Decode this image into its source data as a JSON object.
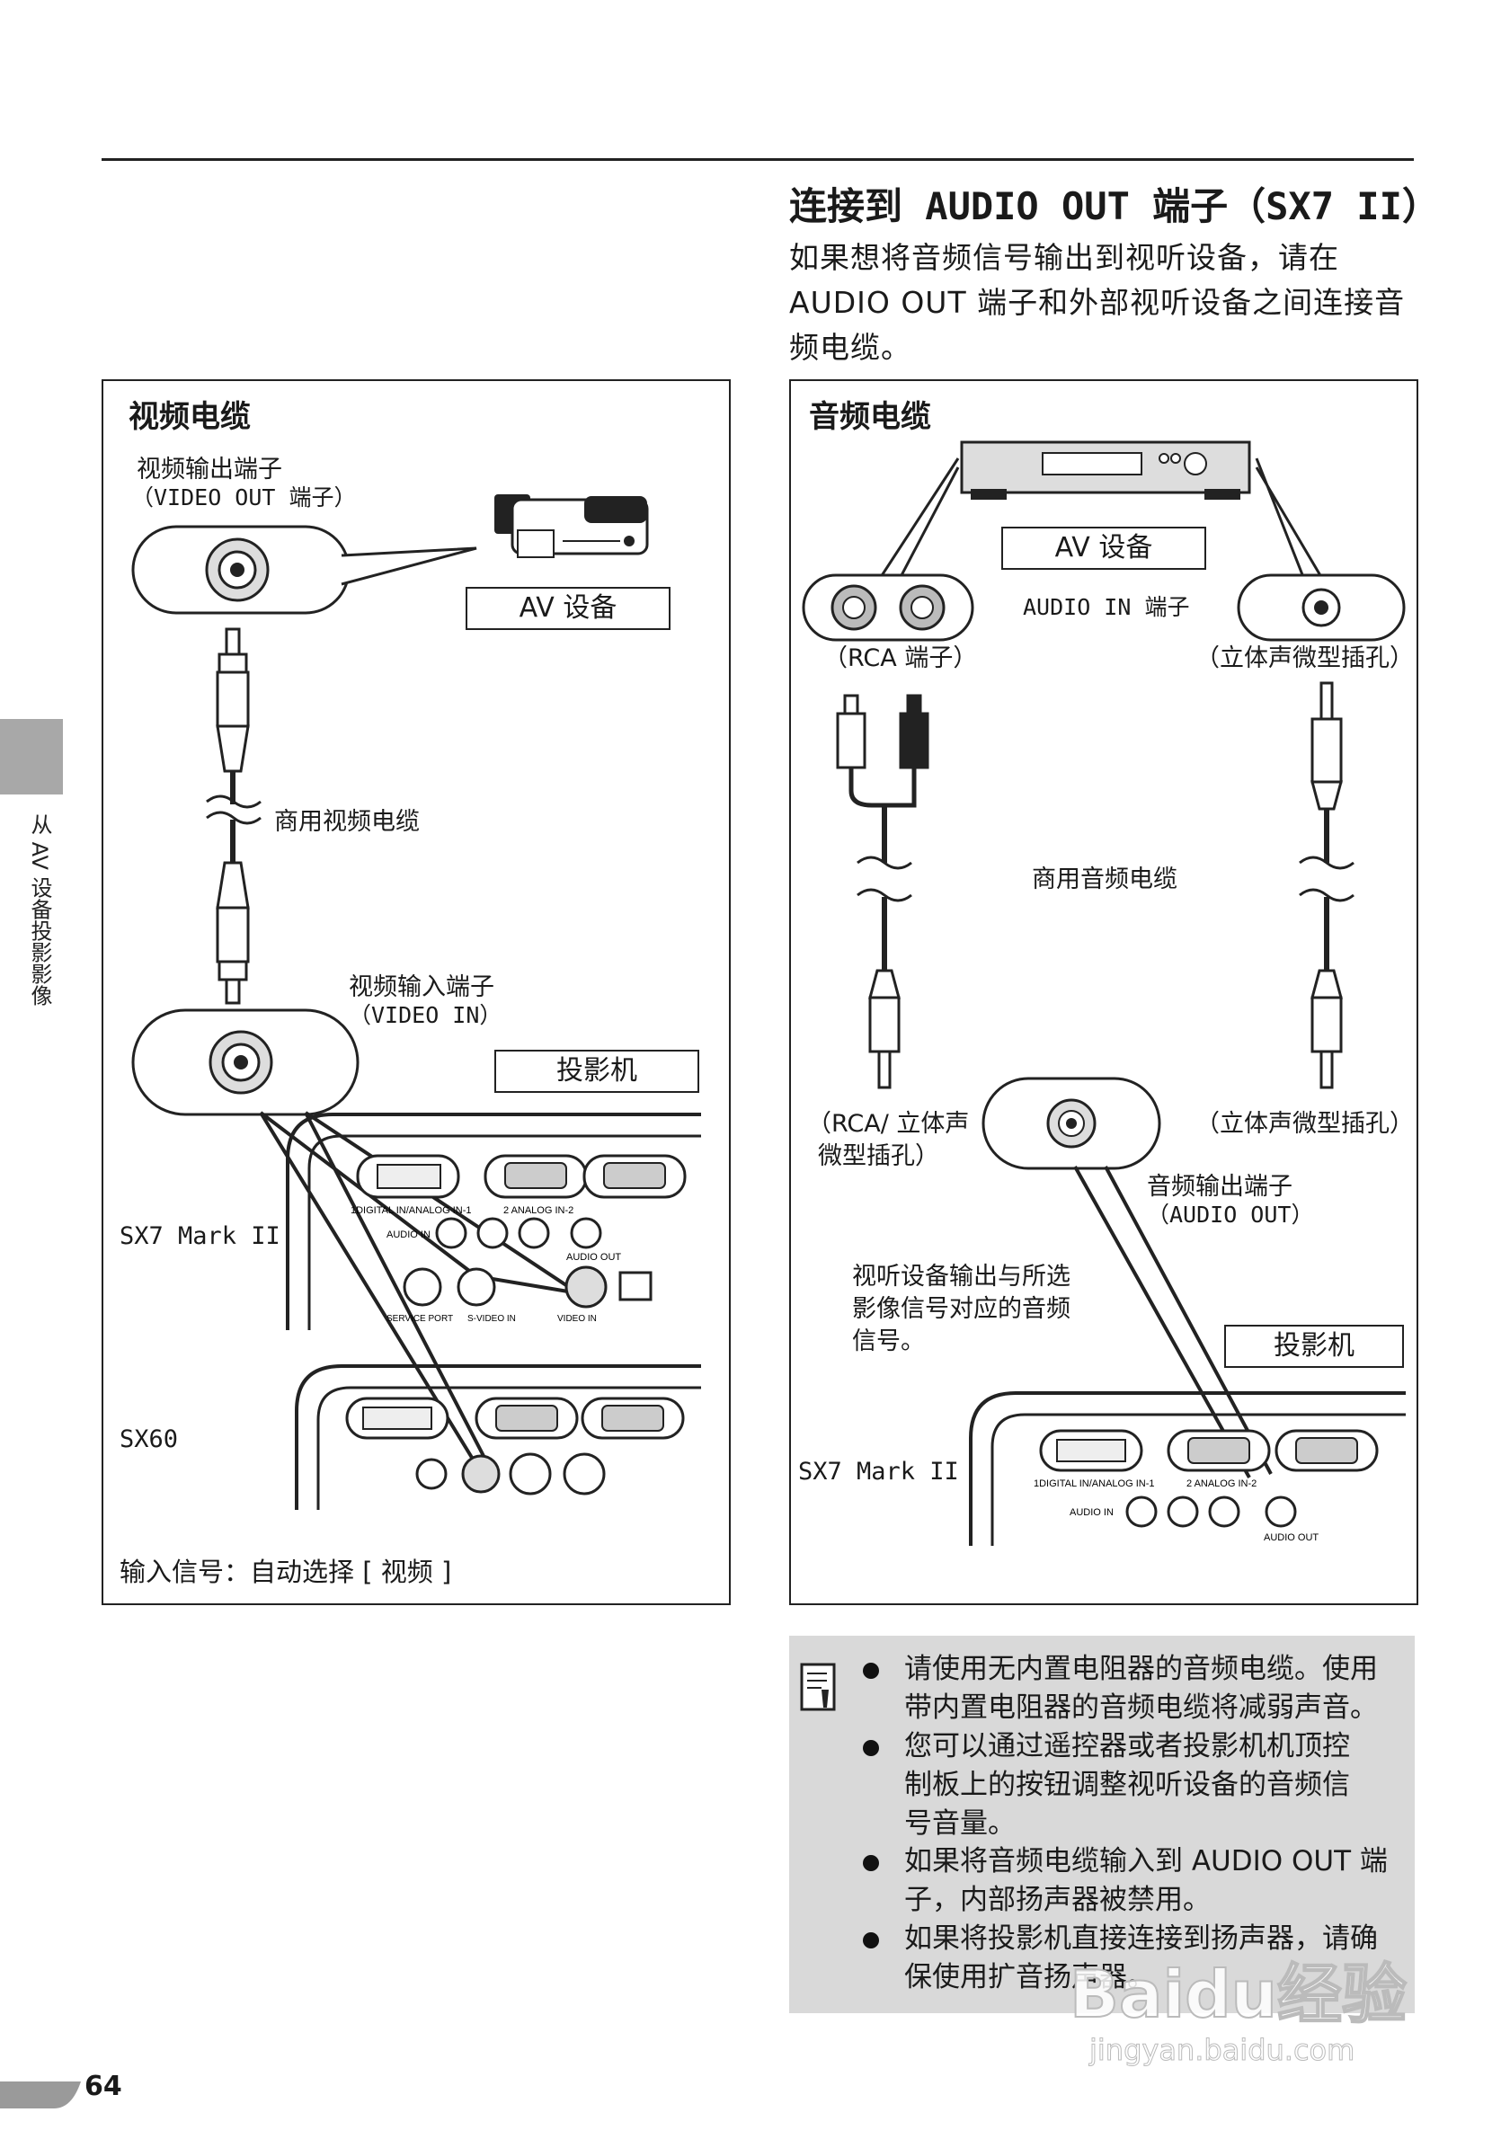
{
  "heading": "连接到 AUDIO OUT 端子（SX7 II）",
  "intro": [
    "如果想将音频信号输出到视听设备，请在",
    "AUDIO OUT 端子和外部视听设备之间连接音",
    "频电缆。"
  ],
  "side_tab": "从 AV 设备投影影像",
  "page_number": "64",
  "left_box": {
    "title": "视频电缆",
    "video_out_label": "视频输出端子",
    "video_out_sub": "（VIDEO OUT 端子）",
    "av_device": "AV 设备",
    "cable_label": "商用视频电缆",
    "video_in_label": "视频输入端子",
    "video_in_sub": "（VIDEO IN）",
    "projector": "投影机",
    "model1": "SX7 Mark II",
    "model2": "SX60",
    "input_signal": "输入信号：自动选择 [ 视频 ]"
  },
  "right_box": {
    "title": "音频电缆",
    "av_device": "AV 设备",
    "audio_in_label": "AUDIO IN 端子",
    "rca_label": "（RCA 端子）",
    "stereo_label": "（立体声微型插孔）",
    "cable_label": "商用音频电缆",
    "rca_stereo_1": "（RCA/ 立体声",
    "rca_stereo_2": "微型插孔）",
    "stereo_label_2": "（立体声微型插孔）",
    "audio_out_label": "音频输出端子",
    "audio_out_sub": "（AUDIO OUT）",
    "desc": [
      "视听设备输出与所选",
      "影像信号对应的音频",
      "信号。"
    ],
    "projector": "投影机",
    "model": "SX7 Mark II"
  },
  "panel_labels": {
    "digital_in": "1DIGITAL IN/ANALOG IN-1",
    "analog_in2": "2 ANALOG IN-2",
    "audio_in": "AUDIO IN",
    "audio_out": "AUDIO OUT",
    "service_port": "SERVICE PORT",
    "svideo_in": "S-VIDEO IN",
    "video_in": "VIDEO IN"
  },
  "notes": [
    [
      "请使用无内置电阻器的音频电缆。使用",
      "带内置电阻器的音频电缆将减弱声音。"
    ],
    [
      "您可以通过遥控器或者投影机机顶控",
      "制板上的按钮调整视听设备的音频信",
      "号音量。"
    ],
    [
      "如果将音频电缆输入到 AUDIO  OUT 端",
      "子，内部扬声器被禁用。"
    ],
    [
      "如果将投影机直接连接到扬声器，请确",
      "保使用扩音扬声器。"
    ]
  ],
  "watermark": "Baidu经验",
  "watermark_url": "jingyan.baidu.com"
}
